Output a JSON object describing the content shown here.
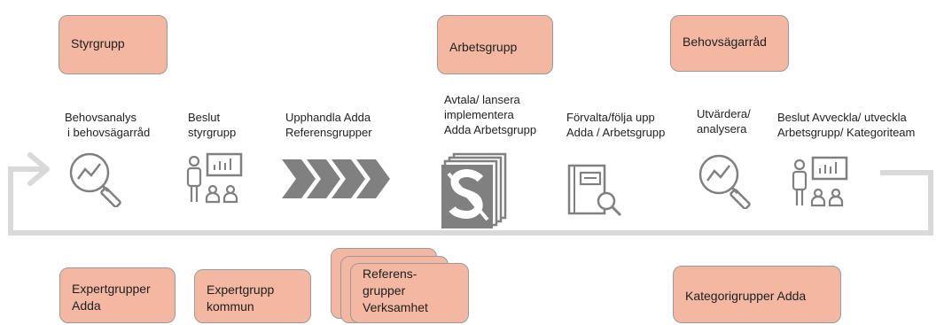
{
  "top_groups": [
    {
      "text": "Styrgrupp"
    },
    {
      "text": "Arbetsgrupp"
    },
    {
      "text": "Behovsägarråd"
    }
  ],
  "steps": [
    {
      "line1": "Behovsanalys",
      "line2": "i behovsägarråd",
      "icon": "magnifier-chart-icon"
    },
    {
      "line1": "Beslut",
      "line2": "styrgrupp",
      "icon": "presenter-board-icon"
    },
    {
      "line1": "Upphandla Adda",
      "line2": "Referensgrupper",
      "icon": "chevron-arrows-icon"
    },
    {
      "line1": "Avtala/ lansera",
      "line2": "implementera",
      "line3": "Adda Arbetsgrupp",
      "icon": "stacked-documents-icon"
    },
    {
      "line1": "Förvalta/följa upp",
      "line2": "Adda / Arbetsgrupp",
      "icon": "document-search-icon"
    },
    {
      "line1": "Utvärdera/",
      "line2": "analysera",
      "icon": "magnifier-chart-icon"
    },
    {
      "line1": "Beslut Avveckla/ utveckla",
      "line2": "Arbetsgrupp/ Kategoriteam",
      "icon": "presenter-board-icon"
    }
  ],
  "bottom_groups": [
    {
      "line1": "Expertgrupper",
      "line2": "Adda"
    },
    {
      "line1": "Expertgrupp",
      "line2": "kommun"
    },
    {
      "line1": "Referens-",
      "line2": "grupper",
      "line3": "Verksamhet"
    },
    {
      "line1": "Kategorigrupper Adda"
    }
  ],
  "colors": {
    "box_fill": "#f4b8a2",
    "cycle_line": "#d9d9d9",
    "icon": "#808080"
  }
}
